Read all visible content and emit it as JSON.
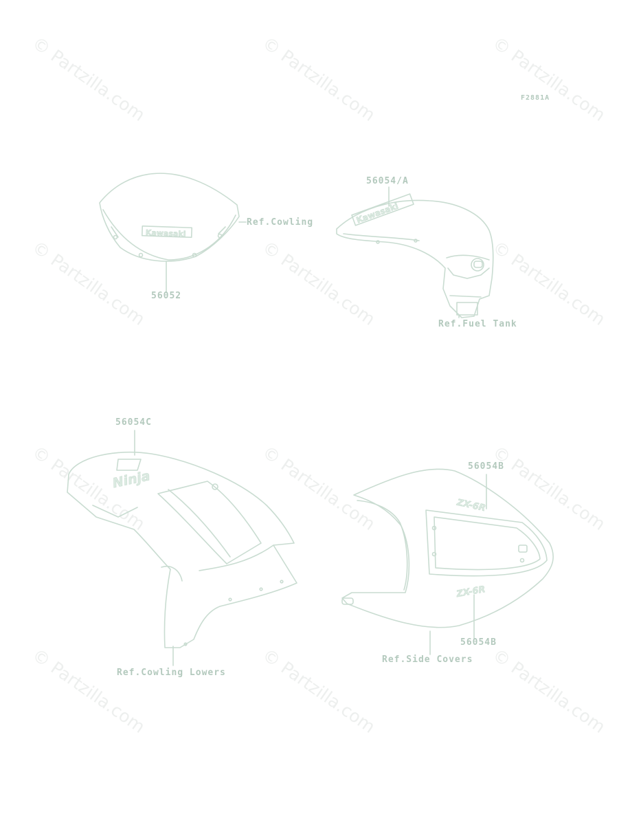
{
  "colors": {
    "line": "#c9dcd1",
    "label": "#b3c9bd",
    "watermark": "#dfe3e1"
  },
  "figure_code": "F2881A",
  "watermark_text": "© Partzilla.com",
  "labels": {
    "ref_cowling": "Ref.Cowling",
    "part_56052": "56052",
    "part_56054A": "56054/A",
    "ref_fuel_tank": "Ref.Fuel Tank",
    "part_56054C": "56054C",
    "ref_cowling_lowers": "Ref.Cowling Lowers",
    "part_56054B_top": "56054B",
    "part_56054B_bottom": "56054B",
    "ref_side_covers": "Ref.Side Covers"
  },
  "decals": {
    "windscreen_text": "Kawasaki",
    "tank_text": "Kawasaki",
    "cowling_logo": "Ninja",
    "tail_text_upper": "ZX-6R",
    "tail_text_lower": "ZX-6R"
  }
}
